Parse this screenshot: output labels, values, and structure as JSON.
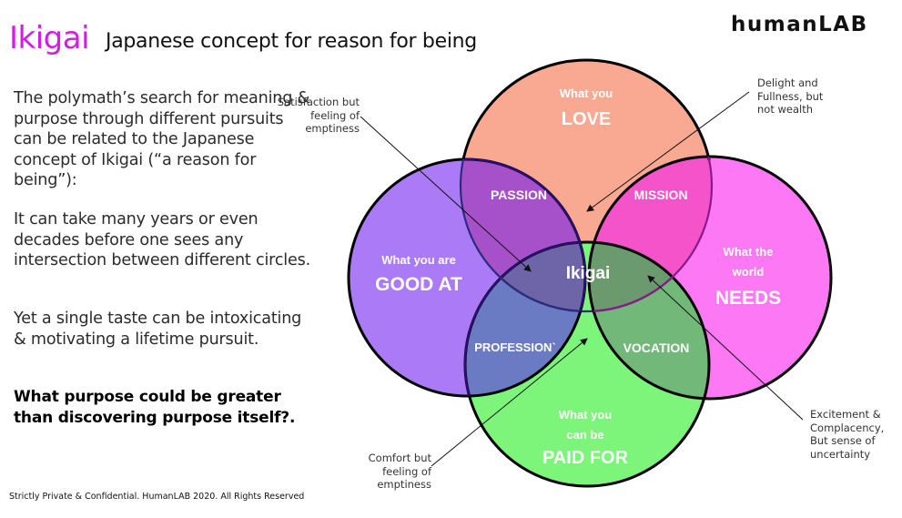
{
  "header": {
    "title_highlight": "Ikigai",
    "title_rest": "Japanese concept for reason for being",
    "logo": "humanLAB"
  },
  "body": {
    "paragraphs": [
      "The polymath’s search for meaning & purpose through different pursuits can be related to the Japanese concept of Ikigai (“a reason for being”):",
      "It can take many years or even decades before one sees any intersection between different circles.",
      "Yet a single taste can be intoxicating & motivating a lifetime pursuit.",
      "What purpose could be greater than discovering purpose itself?."
    ]
  },
  "footer": "Strictly Private & Confidential. HumanLAB 2020. All Rights Reserved",
  "diagram": {
    "circles": {
      "love": {
        "line1": "What you",
        "line2": "LOVE",
        "color": "#f9a891"
      },
      "good_at": {
        "line1": "What you  are",
        "line2": "GOOD AT",
        "color": "#ab7af7"
      },
      "needs": {
        "line1": "What the",
        "line1b": "world",
        "line2": "NEEDS",
        "color": "#fc78f5"
      },
      "paid_for": {
        "line1": "What you",
        "line1b": "can be",
        "line2": "PAID FOR",
        "color": "#7df57a"
      }
    },
    "intersections": {
      "passion": "PASSION",
      "mission": "MISSION",
      "profession": "PROFESSION`",
      "vocation": "VOCATION",
      "center": "Ikigai"
    },
    "callouts": {
      "satisfaction": "Satisfaction but feeling of emptiness",
      "delight": "Delight and Fullness, but not wealth",
      "excitement": "Excitement & Complacency, But sense of uncertainty",
      "comfort": "Comfort but feeling of emptiness"
    }
  }
}
